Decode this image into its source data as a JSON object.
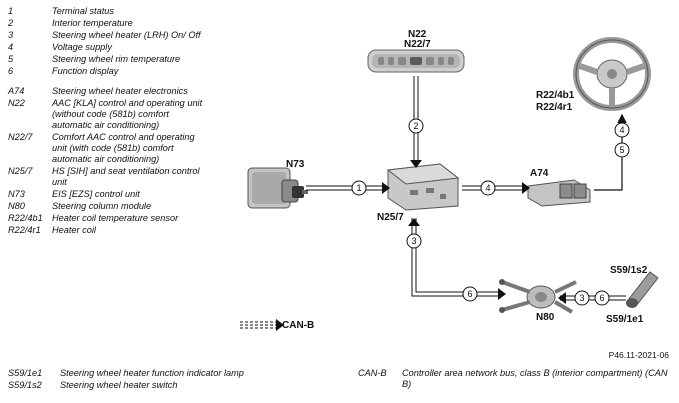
{
  "legend_top": [
    {
      "code": "1",
      "desc": "Terminal status"
    },
    {
      "code": "2",
      "desc": "Interior temperature"
    },
    {
      "code": "3",
      "desc": "Steering wheel heater (LRH) On/ Off"
    },
    {
      "code": "4",
      "desc": "Voltage supply"
    },
    {
      "code": "5",
      "desc": "Steering wheel rim temperature"
    },
    {
      "code": "6",
      "desc": "Function display"
    }
  ],
  "legend_components": [
    {
      "code": "A74",
      "desc": "Steering wheel heater electronics"
    },
    {
      "code": "N22",
      "desc": "AAC [KLA] control and operating unit (without code (581b) comfort automatic air conditioning)"
    },
    {
      "code": "N22/7",
      "desc": "Comfort AAC control and operating unit (with code (581b) comfort automatic air conditioning)"
    },
    {
      "code": "N25/7",
      "desc": "HS [SIH] and seat ventilation control unit"
    },
    {
      "code": "N73",
      "desc": "EIS [EZS] control unit"
    },
    {
      "code": "N80",
      "desc": "Steering column module"
    },
    {
      "code": "R22/4b1",
      "desc": "Heater coil temperature sensor"
    },
    {
      "code": "R22/4r1",
      "desc": "Heater coil"
    }
  ],
  "footer_left": [
    {
      "code": "S59/1e1",
      "desc": "Steering wheel heater function indicator lamp"
    },
    {
      "code": "S59/1s2",
      "desc": "Steering wheel heater switch"
    }
  ],
  "footer_right": {
    "code": "CAN-B",
    "desc": "Controller area network bus, class B (interior compartment) (CAN B)"
  },
  "diagram": {
    "n22": "N22",
    "n22_7": "N22/7",
    "n73": "N73",
    "n25_7": "N25/7",
    "a74": "A74",
    "r22_4b1": "R22/4b1",
    "r22_4r1": "R22/4r1",
    "s59_1s2": "S59/1s2",
    "s59_1e1": "S59/1e1",
    "n80": "N80",
    "canb_key": "CAN-B",
    "signals": {
      "s1": "1",
      "s2": "2",
      "s3": "3",
      "s4a": "4",
      "s4b": "4",
      "s5": "5",
      "s6a": "6",
      "s6b": "6",
      "s3b": "3"
    }
  },
  "figure_id": "P46.11-2021-06"
}
